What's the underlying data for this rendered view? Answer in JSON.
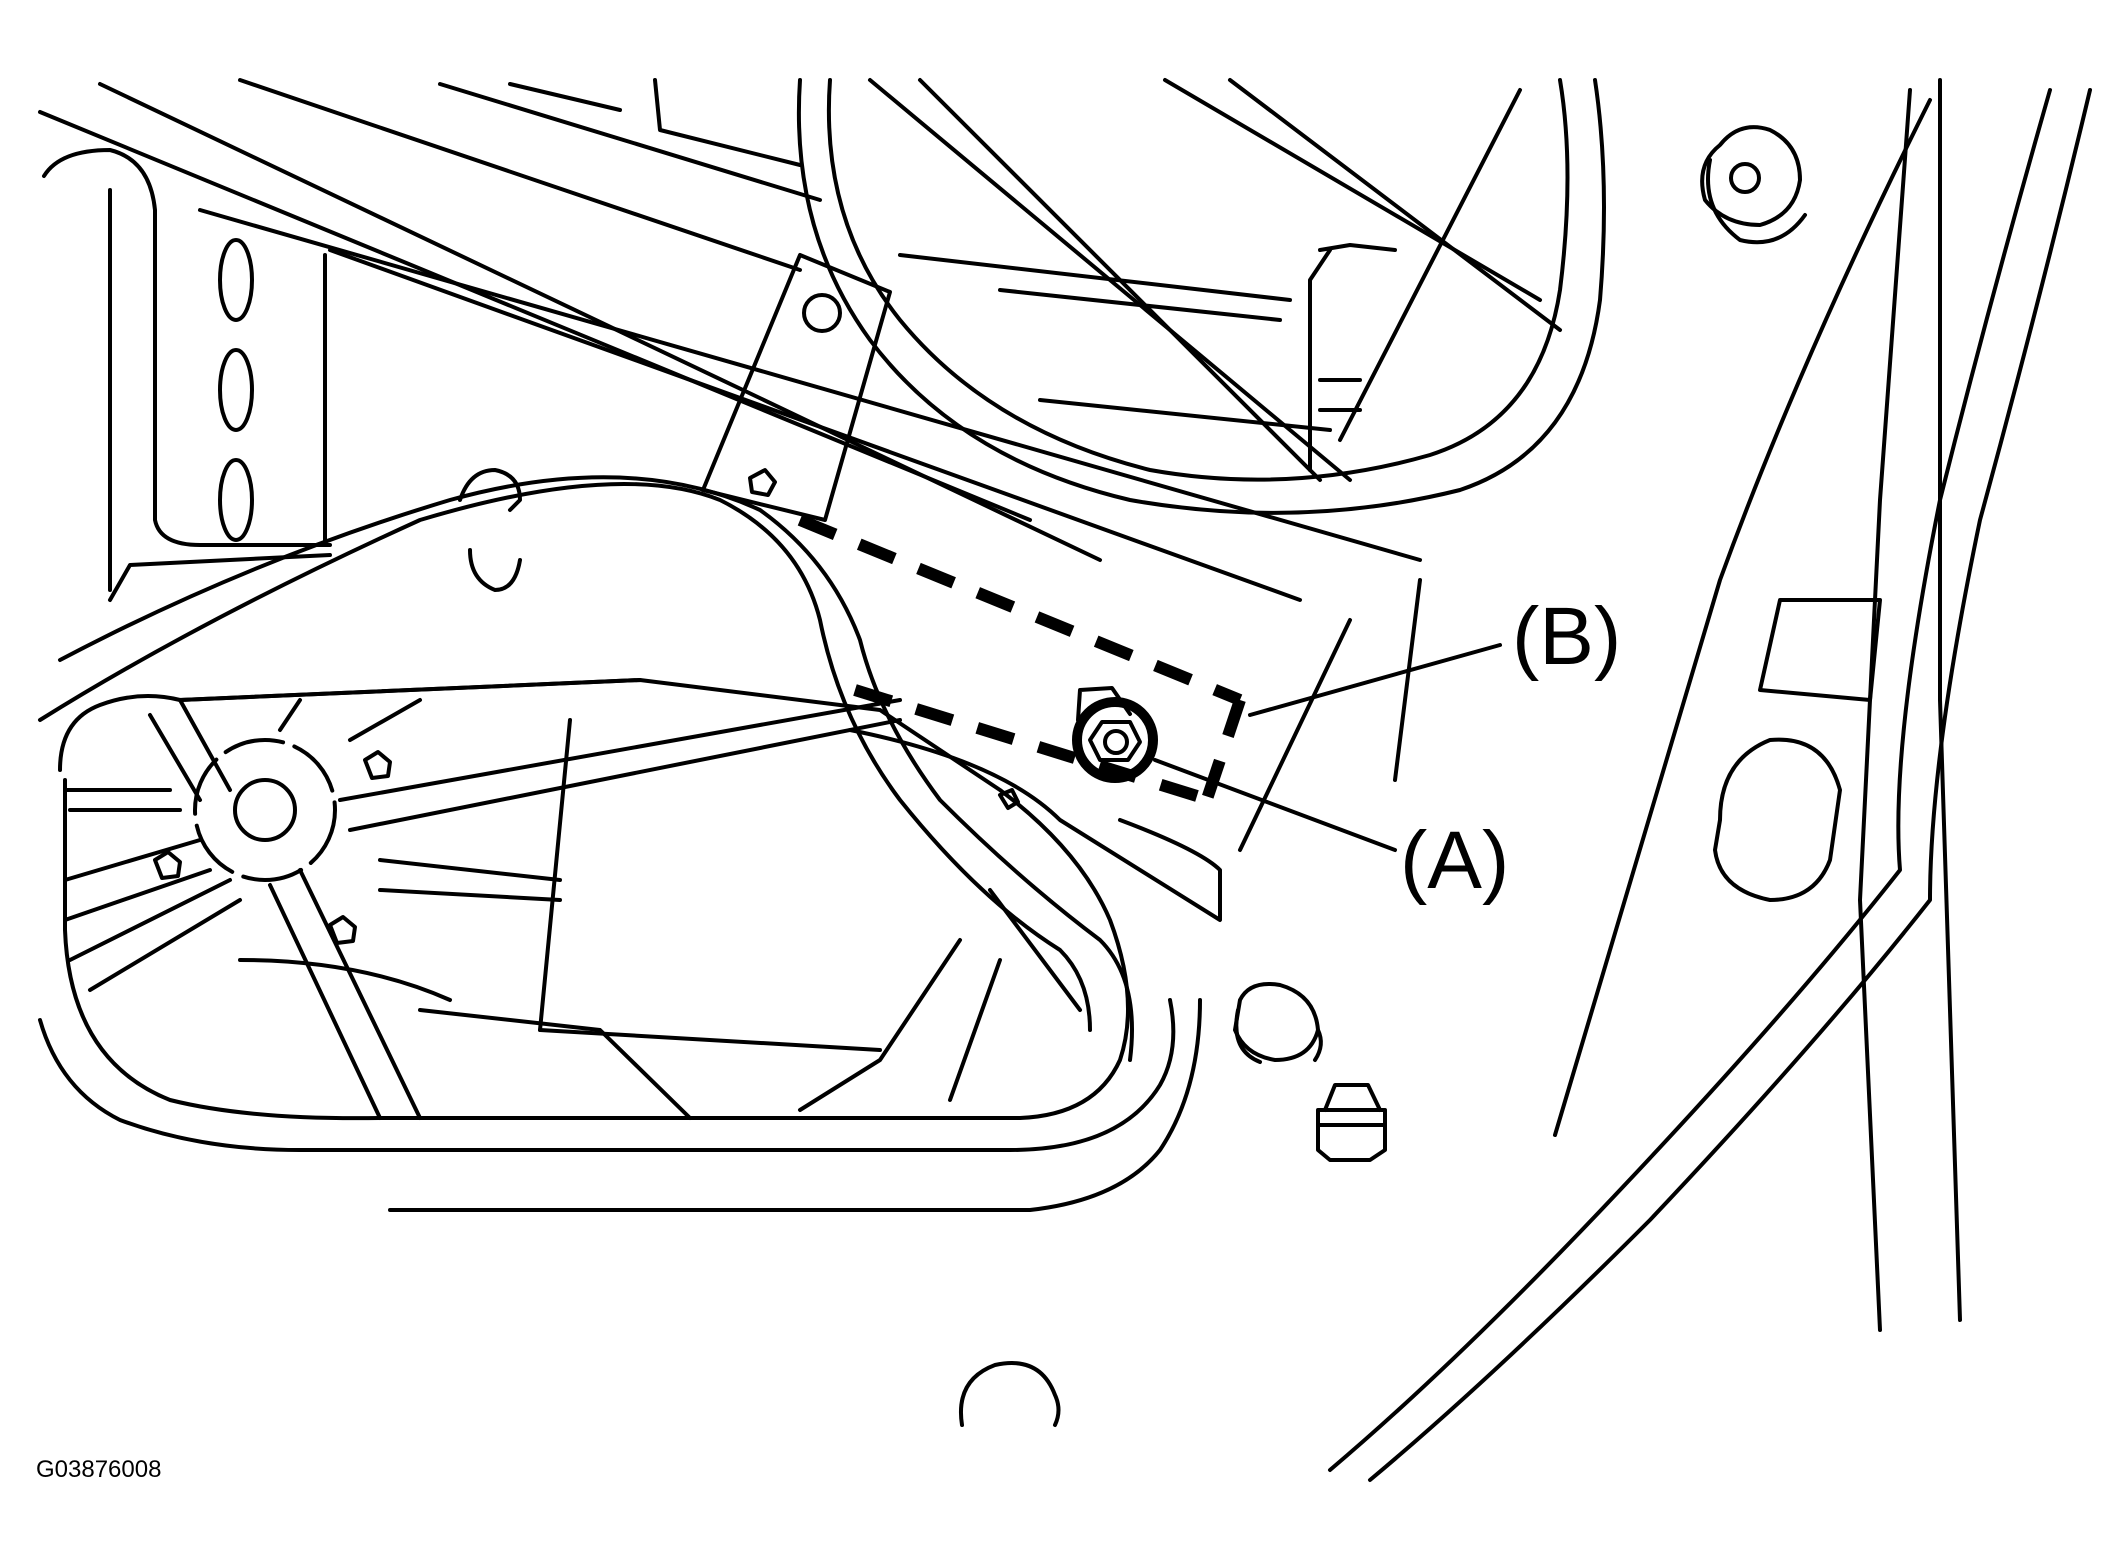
{
  "figure": {
    "callouts": [
      {
        "id": "A",
        "label": "(A)"
      },
      {
        "id": "B",
        "label": "(B)"
      }
    ],
    "figure_code": "G03876008"
  }
}
